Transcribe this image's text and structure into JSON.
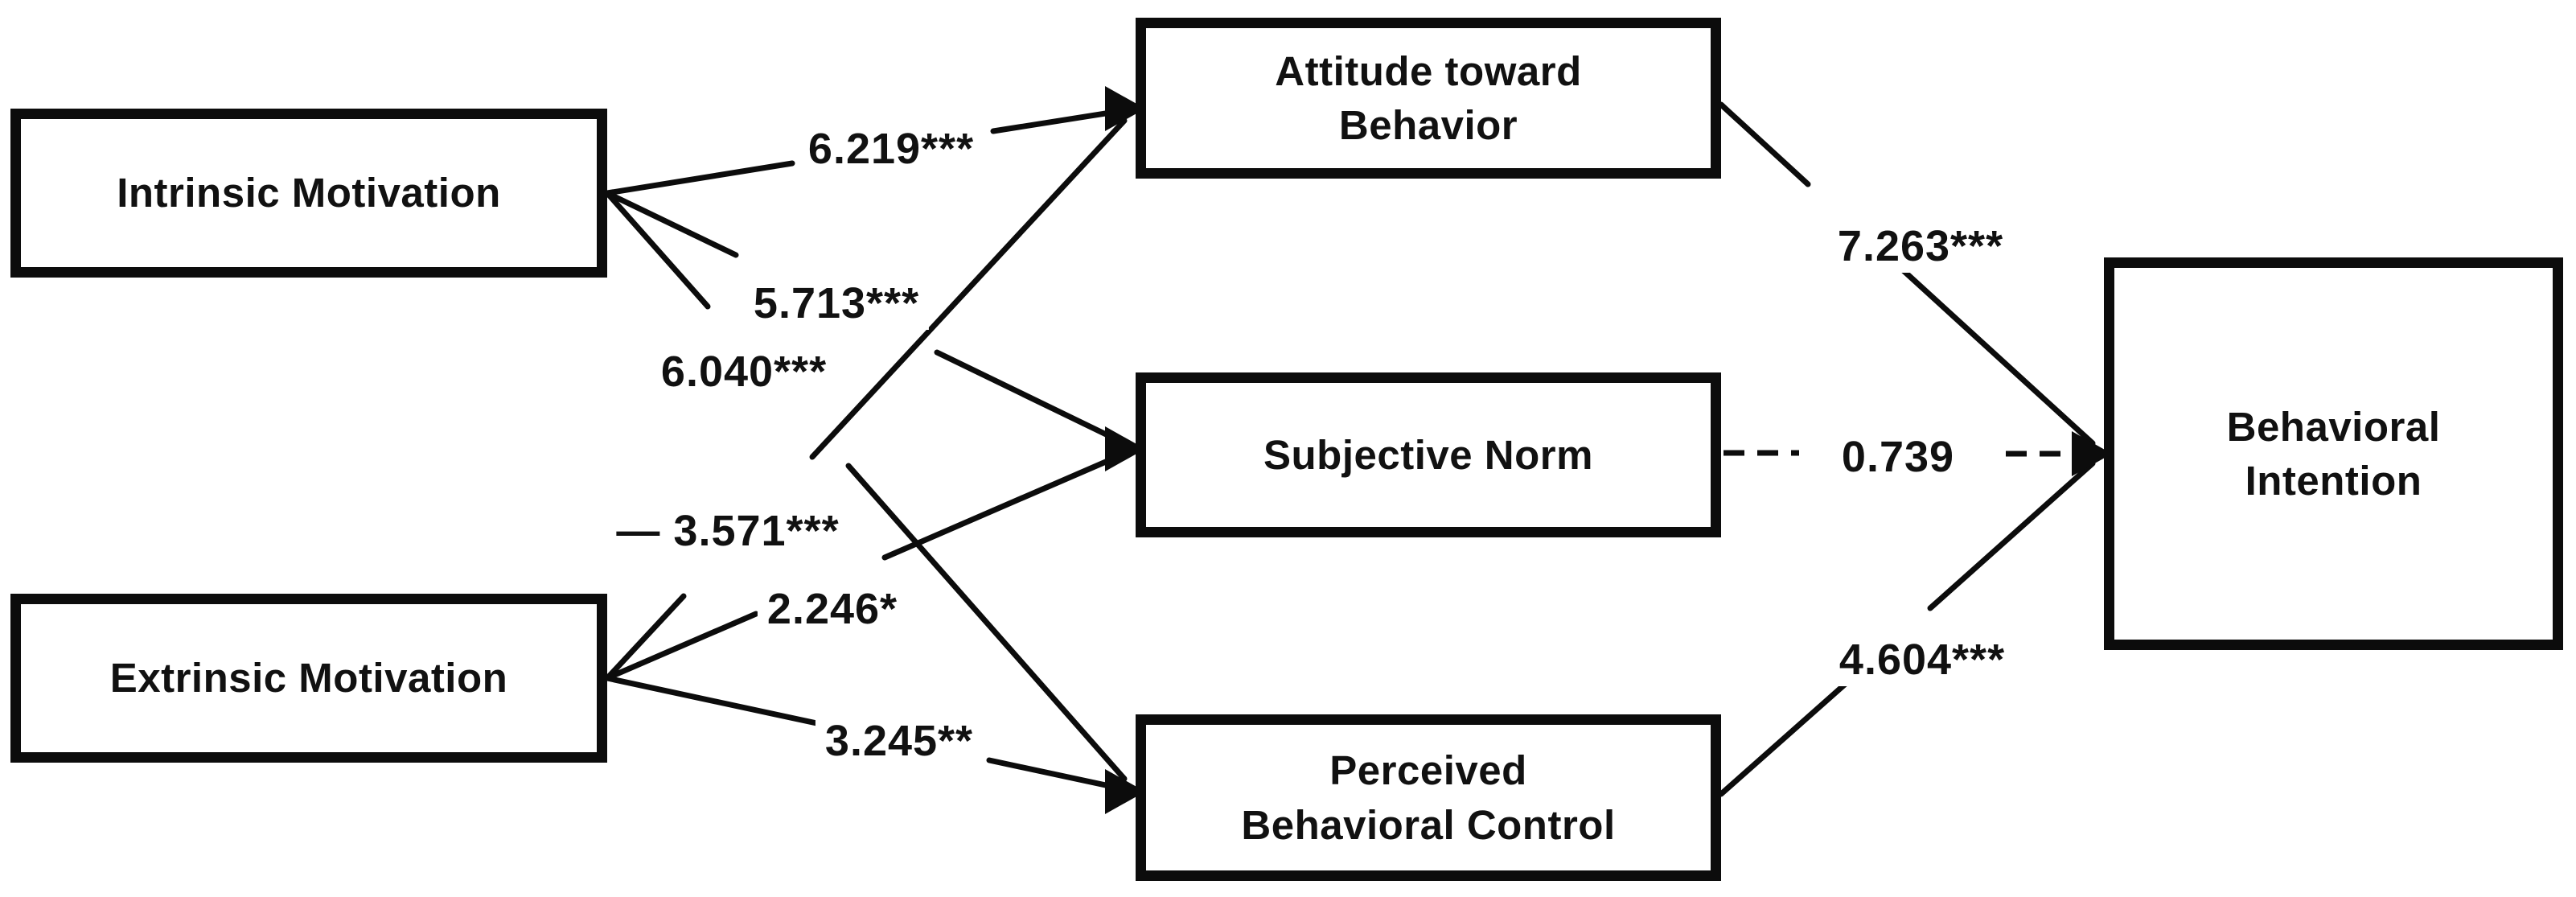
{
  "model": "Theory of Planned Behavior path diagram",
  "colors": {
    "background": "#ffffff",
    "line": "#0c0c0c",
    "box_border": "#0c0c0c",
    "text": "#111111"
  },
  "nodes": [
    {
      "id": "intrinsic_motivation",
      "label": "Intrinsic Motivation",
      "lines": [
        "Intrinsic Motivation"
      ]
    },
    {
      "id": "extrinsic_motivation",
      "label": "Extrinsic Motivation",
      "lines": [
        "Extrinsic Motivation"
      ]
    },
    {
      "id": "attitude_toward_behavior",
      "label": "Attitude toward Behavior",
      "lines": [
        "Attitude toward",
        "Behavior"
      ]
    },
    {
      "id": "subjective_norm",
      "label": "Subjective Norm",
      "lines": [
        "Subjective Norm"
      ]
    },
    {
      "id": "perceived_behavioral_control",
      "label": "Perceived Behavioral Control",
      "lines": [
        "Perceived",
        "Behavioral Control"
      ]
    },
    {
      "id": "behavioral_intention",
      "label": "Behavioral Intention",
      "lines": [
        "Behavioral",
        "Intention"
      ]
    }
  ],
  "edges": [
    {
      "from": "Intrinsic Motivation",
      "to": "Attitude toward Behavior",
      "label": "6.219***",
      "style": "solid"
    },
    {
      "from": "Intrinsic Motivation",
      "to": "Subjective Norm",
      "label": "5.713***",
      "style": "solid"
    },
    {
      "from": "Intrinsic Motivation",
      "to": "Perceived Behavioral Control",
      "label": "6.040***",
      "style": "solid"
    },
    {
      "from": "Extrinsic Motivation",
      "to": "Attitude toward Behavior",
      "label": "— 3.571***",
      "style": "solid"
    },
    {
      "from": "Extrinsic Motivation",
      "to": "Subjective Norm",
      "label": "2.246*",
      "style": "solid"
    },
    {
      "from": "Extrinsic Motivation",
      "to": "Perceived Behavioral Control",
      "label": "3.245**",
      "style": "solid"
    },
    {
      "from": "Attitude toward Behavior",
      "to": "Behavioral Intention",
      "label": "7.263***",
      "style": "solid"
    },
    {
      "from": "Subjective Norm",
      "to": "Behavioral Intention",
      "label": "0.739",
      "style": "dashed"
    },
    {
      "from": "Perceived Behavioral Control",
      "to": "Behavioral Intention",
      "label": "4.604***",
      "style": "solid"
    }
  ]
}
